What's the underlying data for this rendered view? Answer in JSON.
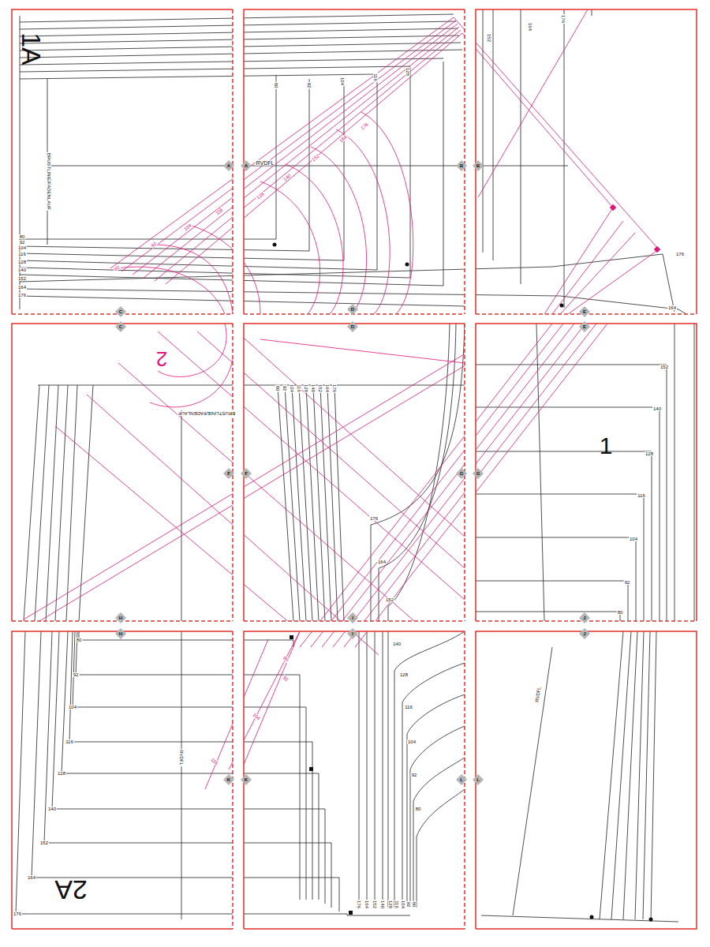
{
  "diagram": {
    "labels": [
      "1A",
      "BRUSTLINIE/FADENLAUF",
      "80",
      "92",
      "104",
      "116",
      "128",
      "140",
      "152",
      "164",
      "176",
      "RVDFL",
      "80",
      "92",
      "104",
      "116",
      "128",
      "176",
      "164",
      "152",
      "176",
      "164",
      "2",
      "BRUSTLINIE/FADENLAUF",
      "80",
      "92",
      "104",
      "116",
      "128",
      "140",
      "152",
      "164",
      "176",
      "176",
      "164",
      "152",
      "152",
      "140",
      "128",
      "116",
      "104",
      "92",
      "80",
      "1",
      "80",
      "92",
      "104",
      "116",
      "128",
      "140",
      "152",
      "164",
      "176",
      "2A",
      "RVDFL",
      "140",
      "128",
      "116",
      "104",
      "92",
      "80",
      "176",
      "164",
      "152",
      "140",
      "128",
      "116",
      "104",
      "92",
      "80",
      "RVDFL",
      "80",
      "92",
      "104",
      "116",
      "128",
      "140",
      "152",
      "164",
      "176",
      "80",
      "92",
      "104",
      "116",
      "A",
      "A",
      "B",
      "B",
      "C",
      "C",
      "D",
      "D",
      "E",
      "E",
      "F",
      "F",
      "G",
      "G",
      "H",
      "H",
      "I",
      "I",
      "J",
      "J",
      "K",
      "K",
      "L",
      "L"
    ]
  }
}
